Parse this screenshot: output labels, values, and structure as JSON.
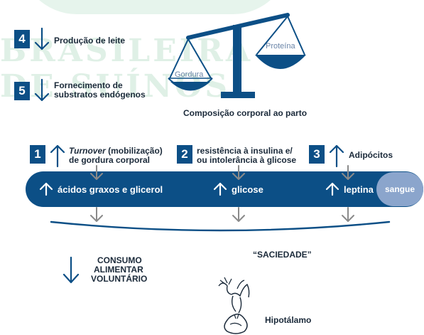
{
  "watermark": {
    "line1": "BRASILEIRA",
    "line2": "DE SUÍNOS"
  },
  "top_left": [
    {
      "num": "4",
      "label": "Produção de leite"
    },
    {
      "num": "5",
      "label_line1": "Fornecimento de",
      "label_line2": "substratos endógenos"
    }
  ],
  "scale": {
    "left_pan": "Gordura",
    "right_pan": "Proteína",
    "caption": "Composição corporal ao parto"
  },
  "factors": [
    {
      "num": "1",
      "line1_italic": "Turnover",
      "line1_rest": " (mobilização)",
      "line2": "de gordura corporal"
    },
    {
      "num": "2",
      "line1": "resistência à insulina e/",
      "line2": "ou intolerância à glicose"
    },
    {
      "num": "3",
      "line1": "Adipócitos"
    }
  ],
  "blood": {
    "items": [
      "ácidos graxos e glicerol",
      "glicose",
      "leptina"
    ],
    "compartment": "sangue"
  },
  "bottom": {
    "consumo_line1": "CONSUMO",
    "consumo_line2": "ALIMENTAR",
    "consumo_line3": "VOLUNTÁRIO",
    "saciedade": "“SACIEDADE”",
    "hipotalamo": "Hipotálamo"
  },
  "colors": {
    "dark_blue": "#0c4f86",
    "light_blue": "#8ba5cc",
    "gray_arrow": "#8a8a8a",
    "watermark": "#dff0e6"
  }
}
